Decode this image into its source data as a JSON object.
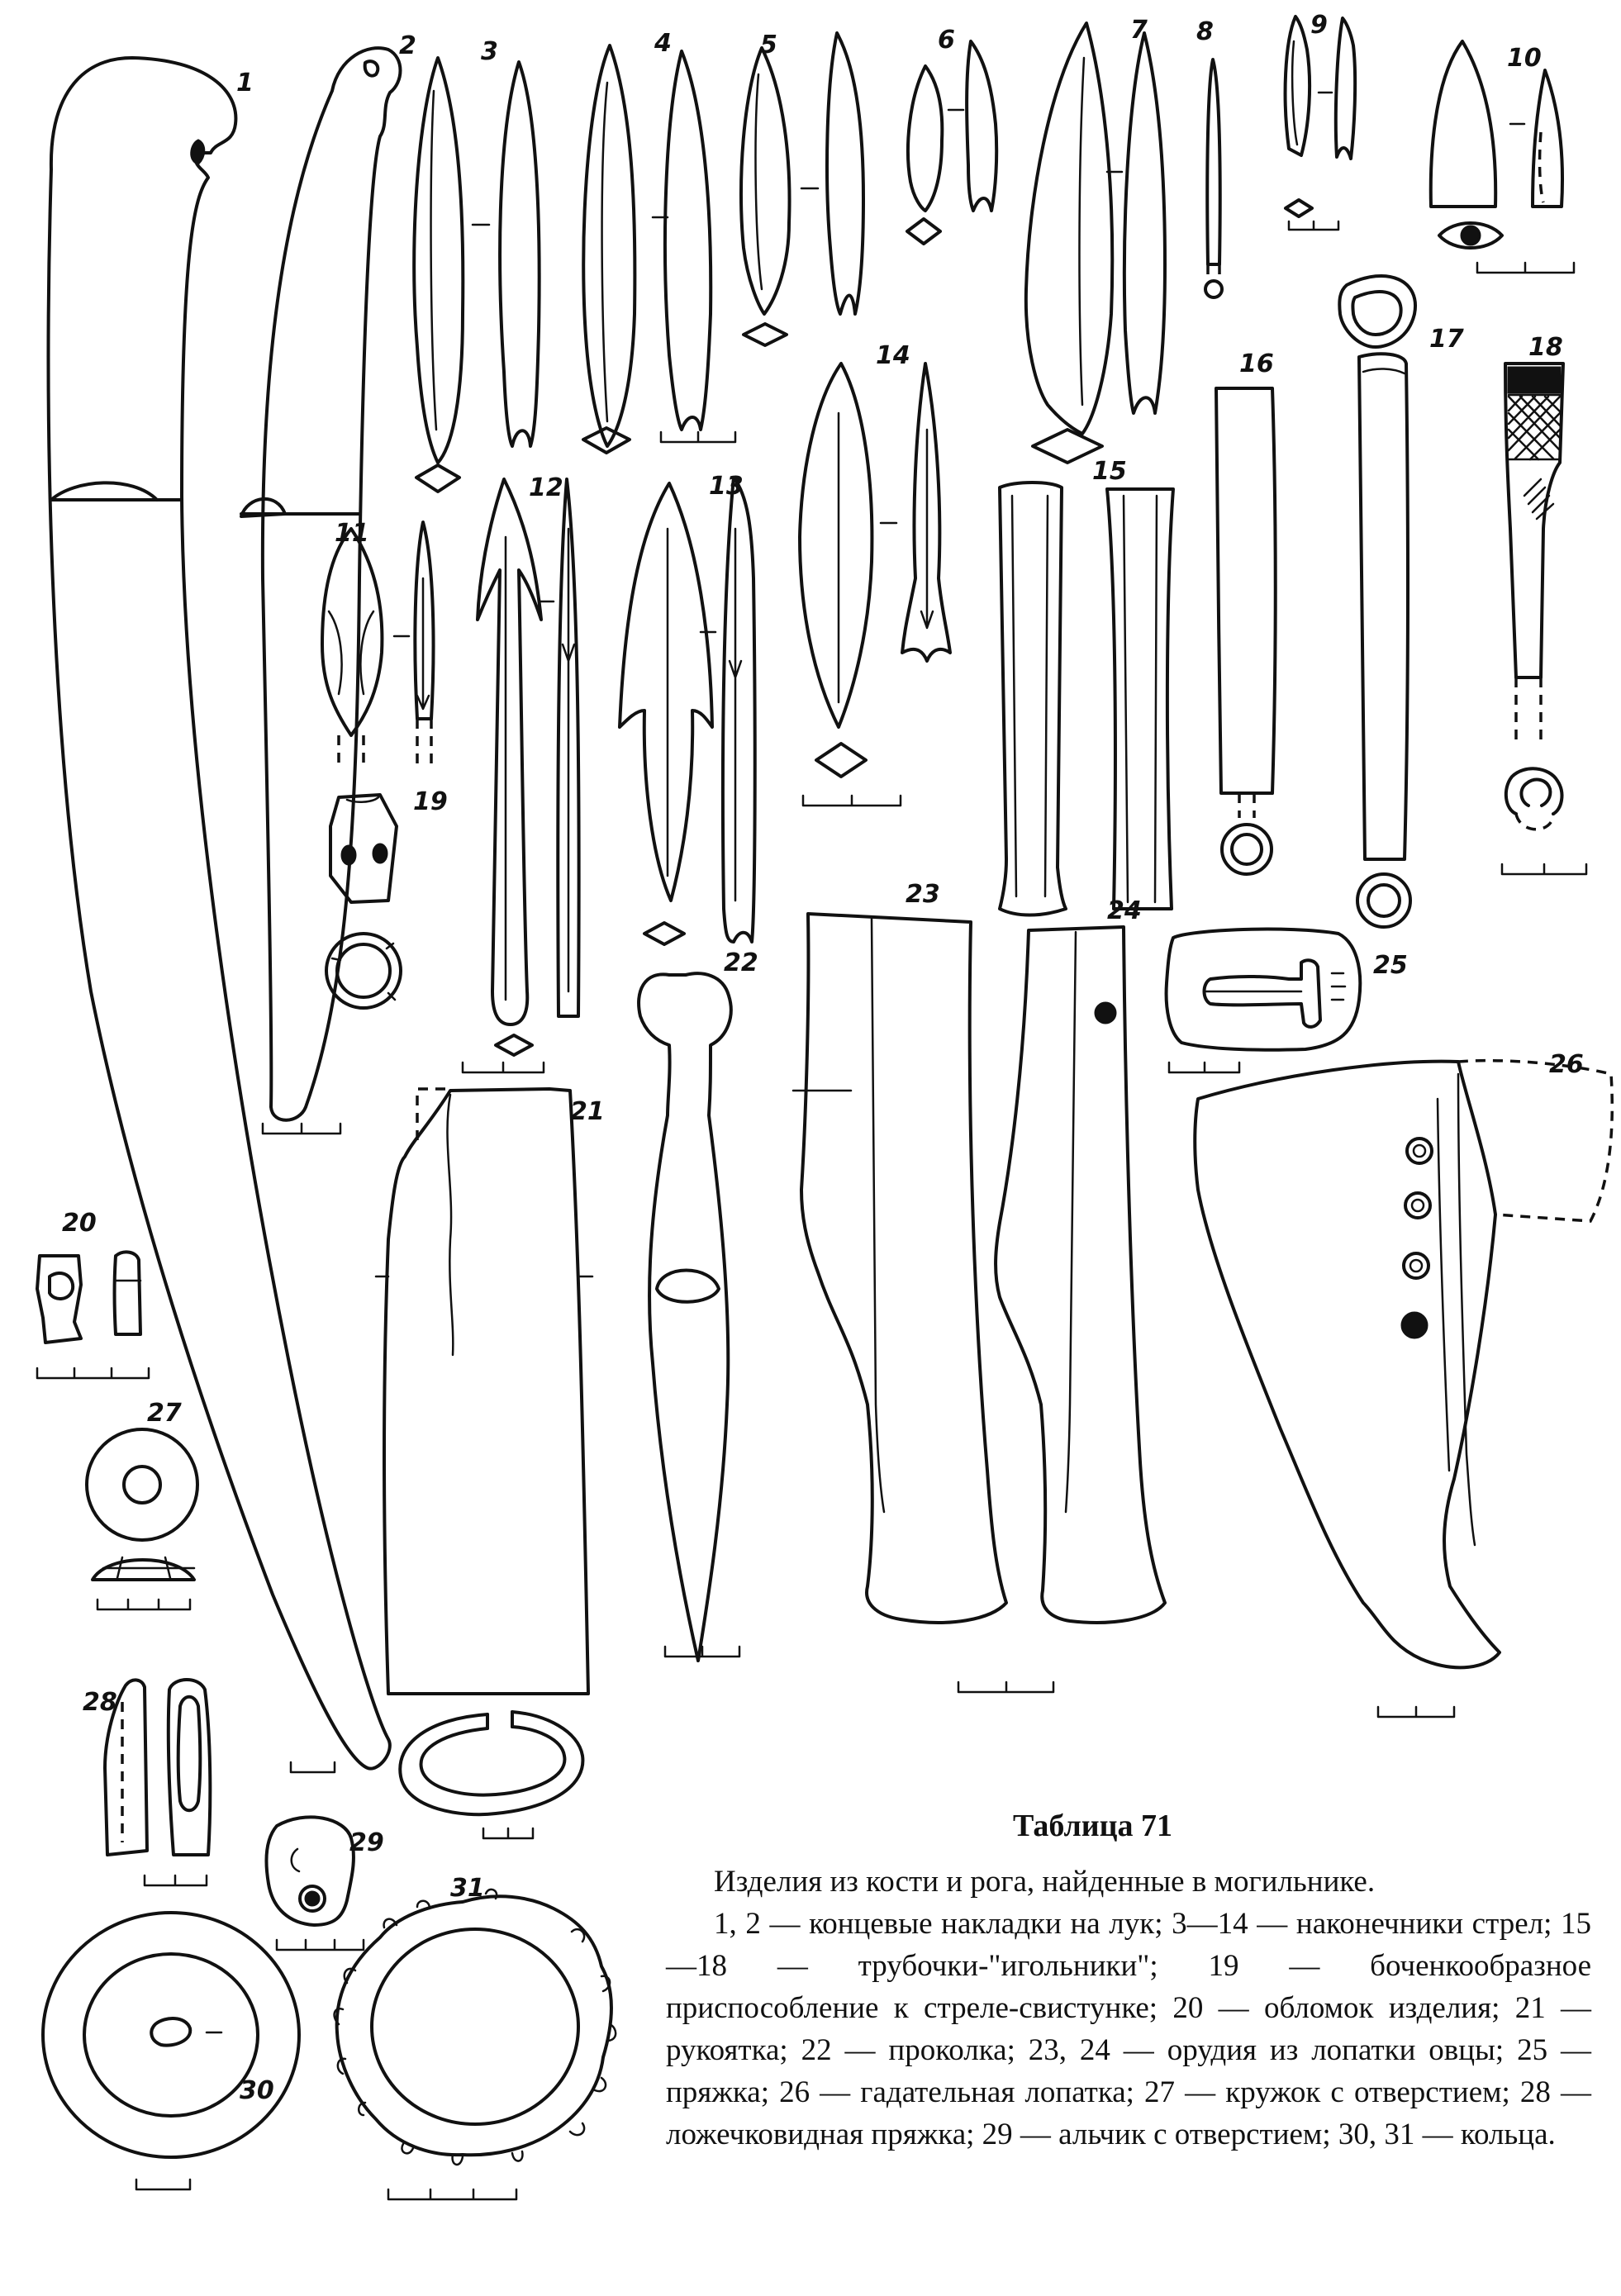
{
  "plate": {
    "title": "Таблица 71",
    "caption_heading": "Изделия из кости и рога, найденные в могильнике.",
    "caption_body": "1, 2 — концевые накладки на лук; 3—14 — наконечники стрел; 15—18 — трубочки-\"игольники\"; 19 — боченкообразное приспособление к стреле-свистунке; 20 — обломок изделия; 21 — рукоятка; 22 — проколка; 23, 24 — орудия из лопатки овцы; 25 — пряжка; 26 — гадательная лопатка; 27 — кружок с отверстием; 28 — ложечковидная пряжка; 29 — альчик с отверстием; 30, 31 — кольца.",
    "figure_numbers": [
      "1",
      "2",
      "3",
      "4",
      "5",
      "6",
      "7",
      "8",
      "9",
      "10",
      "11",
      "12",
      "13",
      "14",
      "15",
      "16",
      "17",
      "18",
      "19",
      "20",
      "21",
      "22",
      "23",
      "24",
      "25",
      "26",
      "27",
      "28",
      "29",
      "30",
      "31"
    ]
  }
}
